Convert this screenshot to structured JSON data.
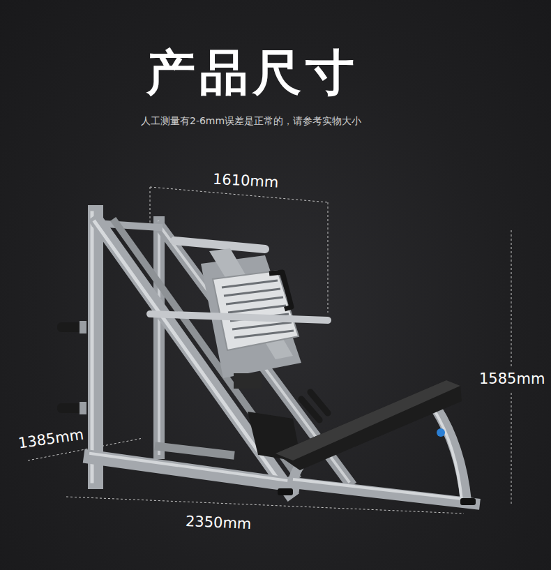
{
  "diagram": {
    "title": "产品尺寸",
    "caption": "人工测量有2-6mm误差是正常的，请参考实物大小",
    "labels": [
      "1610mm",
      "1585mm",
      "1385mm",
      "2350mm"
    ]
  }
}
